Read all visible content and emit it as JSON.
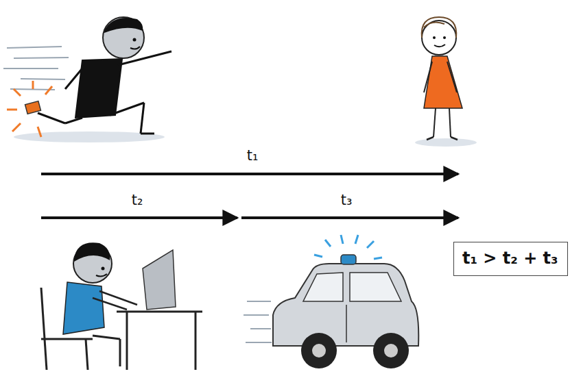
{
  "diagram": {
    "nodes": [
      {
        "text": [
          "t₁ > t₂ + t₃"
        ]
      }
    ],
    "labels": [
      "t₁",
      "t₂",
      "t₃"
    ]
  }
}
